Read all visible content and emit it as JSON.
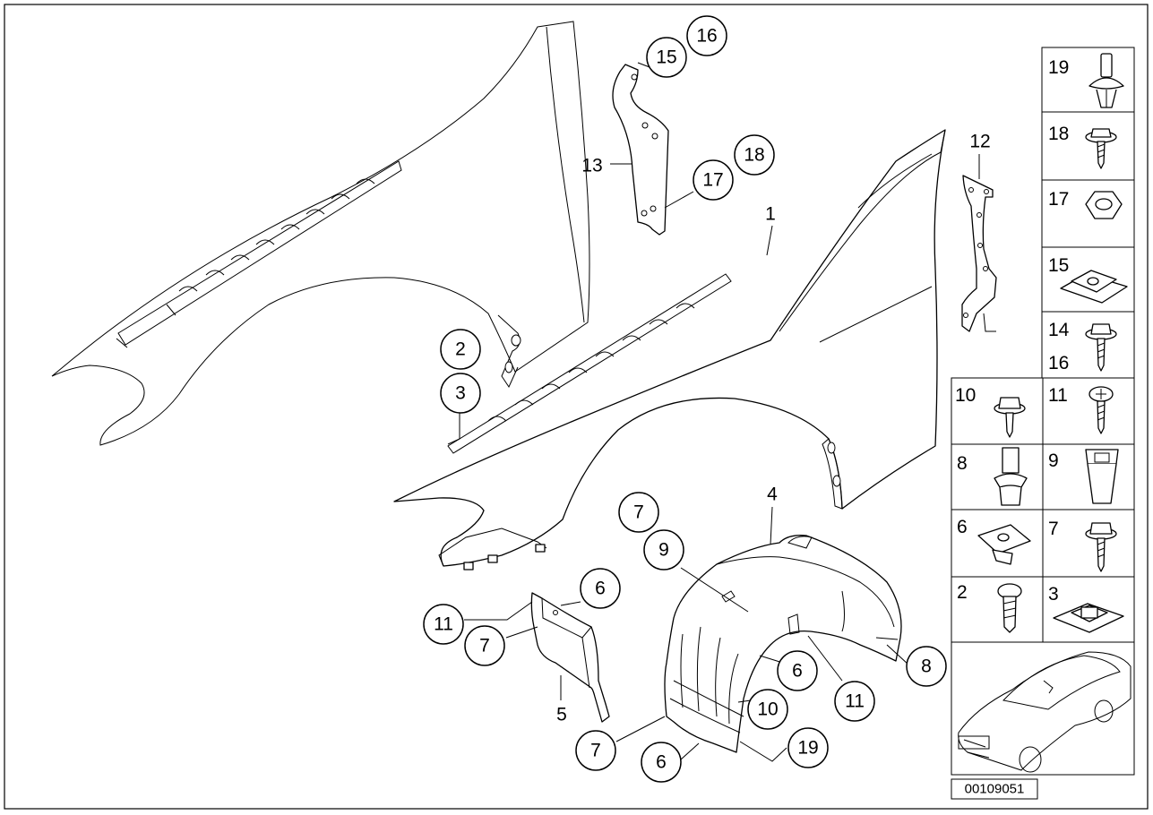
{
  "diagram_id": "00109051",
  "callouts": [
    "16",
    "15",
    "18",
    "17",
    "2",
    "3",
    "7",
    "9",
    "6",
    "11",
    "7",
    "8",
    "6",
    "11",
    "10",
    "7",
    "6",
    "19"
  ],
  "plain_labels": [
    "13",
    "1",
    "12",
    "4",
    "5"
  ],
  "legend": {
    "cells": [
      "19",
      "18",
      "17",
      "15",
      "14",
      "16",
      "10",
      "11",
      "8",
      "9",
      "6",
      "7",
      "2",
      "3"
    ]
  },
  "icons": [
    "fender-panel",
    "fender-liner",
    "bracket",
    "mudguard-plate",
    "clip",
    "screw",
    "nut",
    "clip-nut",
    "expanding-rivet",
    "car-thumbnail"
  ]
}
